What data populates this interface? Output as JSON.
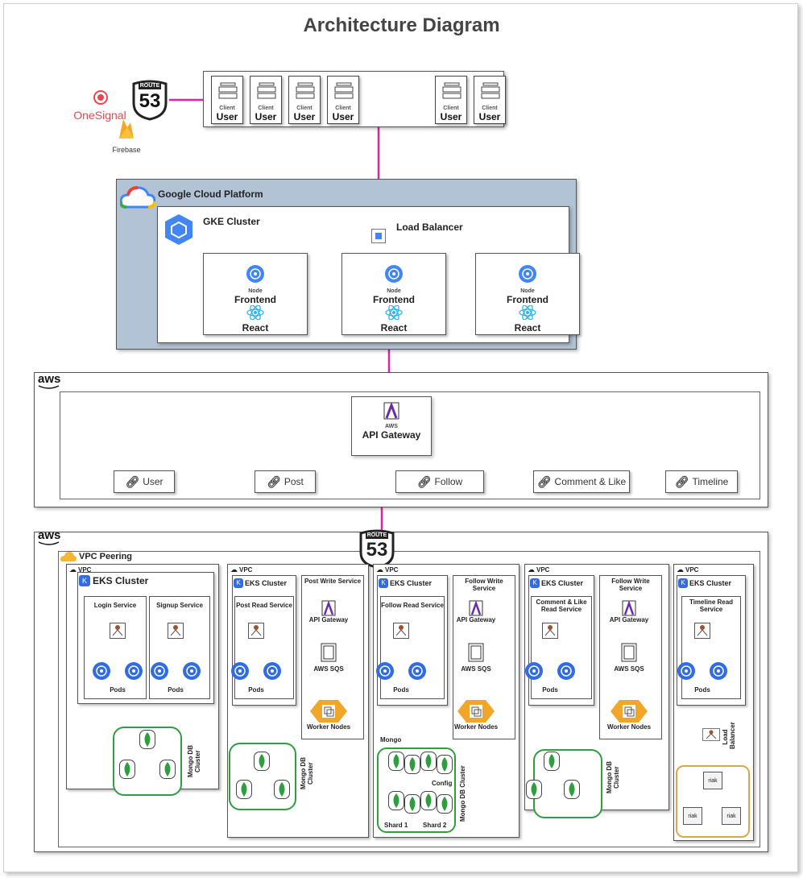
{
  "title": "Architecture Diagram",
  "external": {
    "onesignal": "OneSignal",
    "route53_top": "ROUTE",
    "route53_num": "53",
    "firebase": "Firebase"
  },
  "clients": {
    "top_label": "Client",
    "items": [
      "User",
      "User",
      "User",
      "User",
      "User",
      "User"
    ]
  },
  "gcp": {
    "title": "Google Cloud Platform",
    "gke": "GKE Cluster",
    "load_balancer": "Load Balancer",
    "nodes": [
      {
        "small": "Node",
        "name": "Frontend",
        "fw": "React"
      },
      {
        "small": "Node",
        "name": "Frontend",
        "fw": "React"
      },
      {
        "small": "Node",
        "name": "Frontend",
        "fw": "React"
      }
    ]
  },
  "aws_top": {
    "logo": "aws",
    "gateway_small": "AWS",
    "gateway": "API Gateway",
    "services": [
      "User",
      "Post",
      "Follow",
      "Comment & Like",
      "Timeline"
    ]
  },
  "aws_bottom": {
    "logo": "aws",
    "vpc_peering": "VPC Peering",
    "route53_top": "ROUTE",
    "route53_num": "53",
    "vpc_label": "VPC",
    "eks_label": "EKS Cluster",
    "pods": "Pods",
    "api_gateway": "API Gateway",
    "aws_sqs": "AWS SQS",
    "worker_nodes": "Worker Nodes",
    "mongo_db_cluster": "Mongo DB Cluster",
    "login_service": "Login Service",
    "signup_service": "Signup Service",
    "post_read": "Post Read Service",
    "post_write": "Post Write Service",
    "follow_read": "Follow Read Service",
    "follow_write": "Follow Write Service",
    "comment_read": "Comment & Like Read Service",
    "comment_write": "Follow Write Service",
    "timeline_read": "Timeline Read Service",
    "mongo": "Mongo",
    "config": "Config",
    "shard1": "Shard 1",
    "shard2": "Shard 2",
    "load_balancer": "Load Balancer",
    "riak": "riak"
  },
  "colors": {
    "connector": "#e0259a",
    "gcp_bg": "#b3c3d6",
    "mongo_green": "#2e9e3e",
    "worker_orange": "#f0a629",
    "k8s_blue": "#326ce5",
    "react_blue": "#2bb3e6",
    "riak_border": "#d9a84e"
  }
}
